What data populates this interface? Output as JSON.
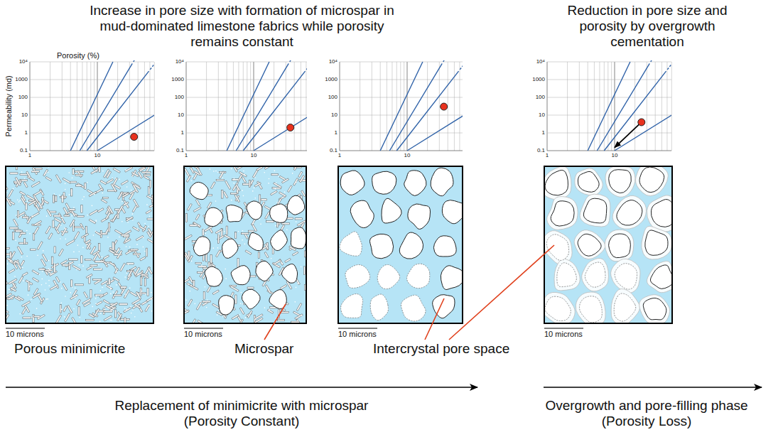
{
  "diagram": {
    "labels": [
      "Increase in pore size with formation of microspar in mud-dominated limestone fabrics while porosity remains constant",
      "Reduction in pore size and porosity by overgrowth cementation",
      "Porosity (%)",
      "Permeability (md)",
      "10⁴",
      "1000",
      "100",
      "10",
      "1",
      "0.1",
      "1",
      "10",
      "10⁴",
      "1000",
      "100",
      "10",
      "1",
      "0.1",
      "1",
      "10",
      "10⁴",
      "1000",
      "100",
      "10",
      "1",
      "0.1",
      "1",
      "10",
      "10⁴",
      "1000",
      "100",
      "10",
      "1",
      "0.1",
      "1",
      "10",
      "10 microns",
      "10 microns",
      "10 microns",
      "10 microns",
      "Porous minimicrite",
      "Microspar",
      "Intercrystal pore space",
      "Replacement of minimicrite with microspar (Porosity Constant)",
      "Overgrowth and pore-filling phase (Porosity Loss)"
    ]
  }
}
